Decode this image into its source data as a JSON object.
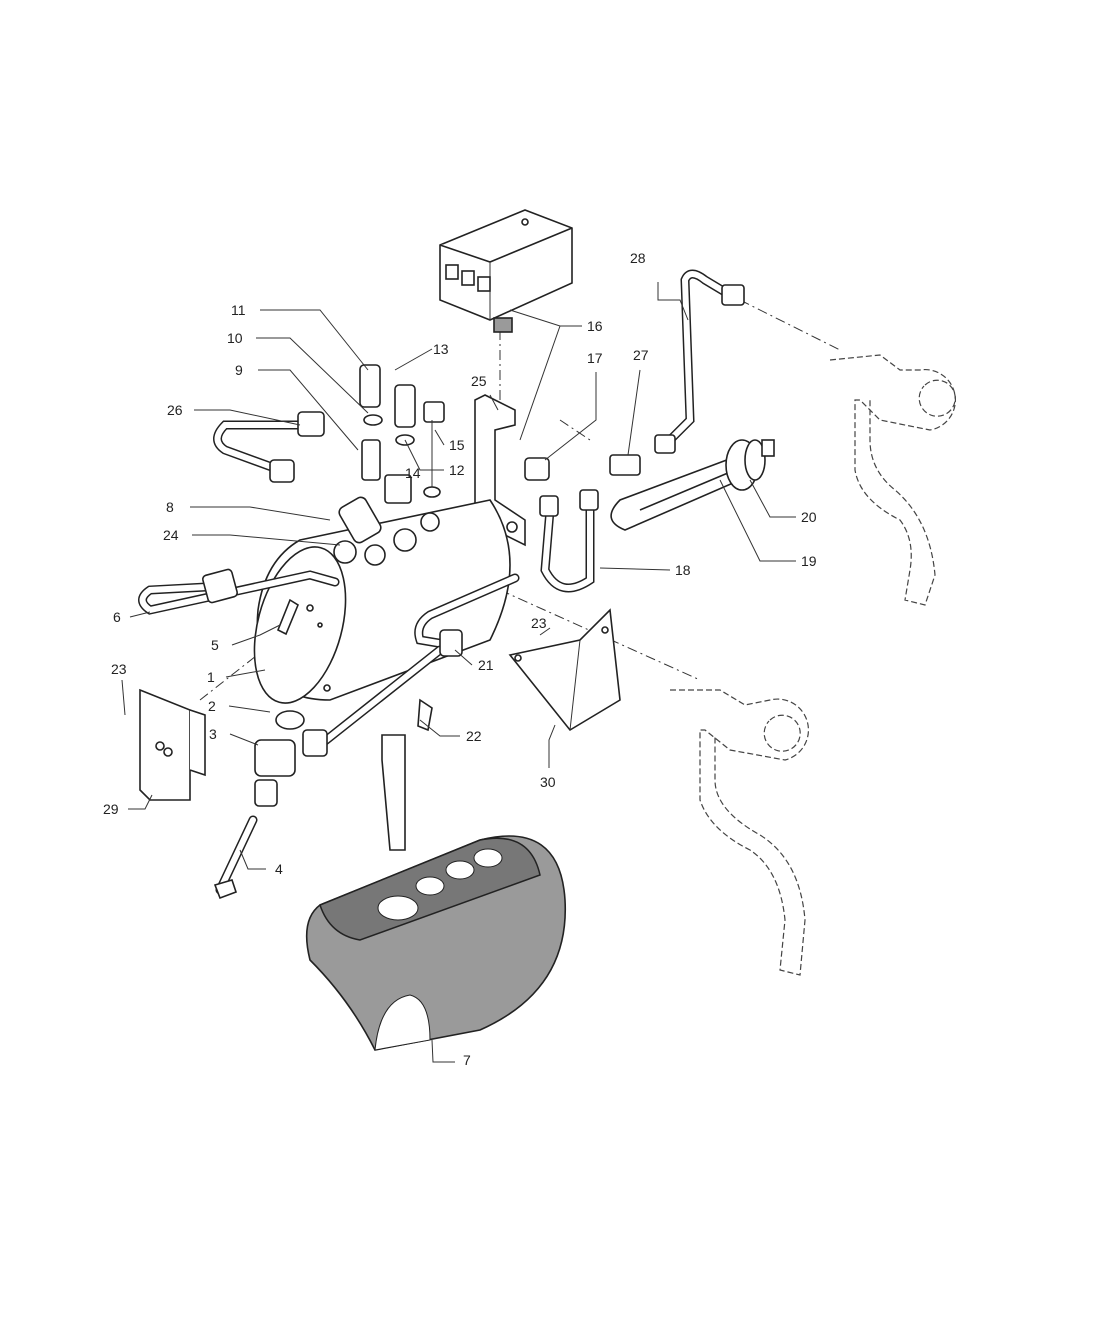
{
  "diagram": {
    "type": "exploded-parts-diagram",
    "callouts": [
      "1",
      "2",
      "3",
      "4",
      "5",
      "6",
      "7",
      "8",
      "9",
      "10",
      "11",
      "12",
      "13",
      "14",
      "15",
      "16",
      "17",
      "18",
      "19",
      "20",
      "21",
      "22",
      "23",
      "23",
      "24",
      "25",
      "26",
      "27",
      "28",
      "29",
      "30"
    ]
  }
}
